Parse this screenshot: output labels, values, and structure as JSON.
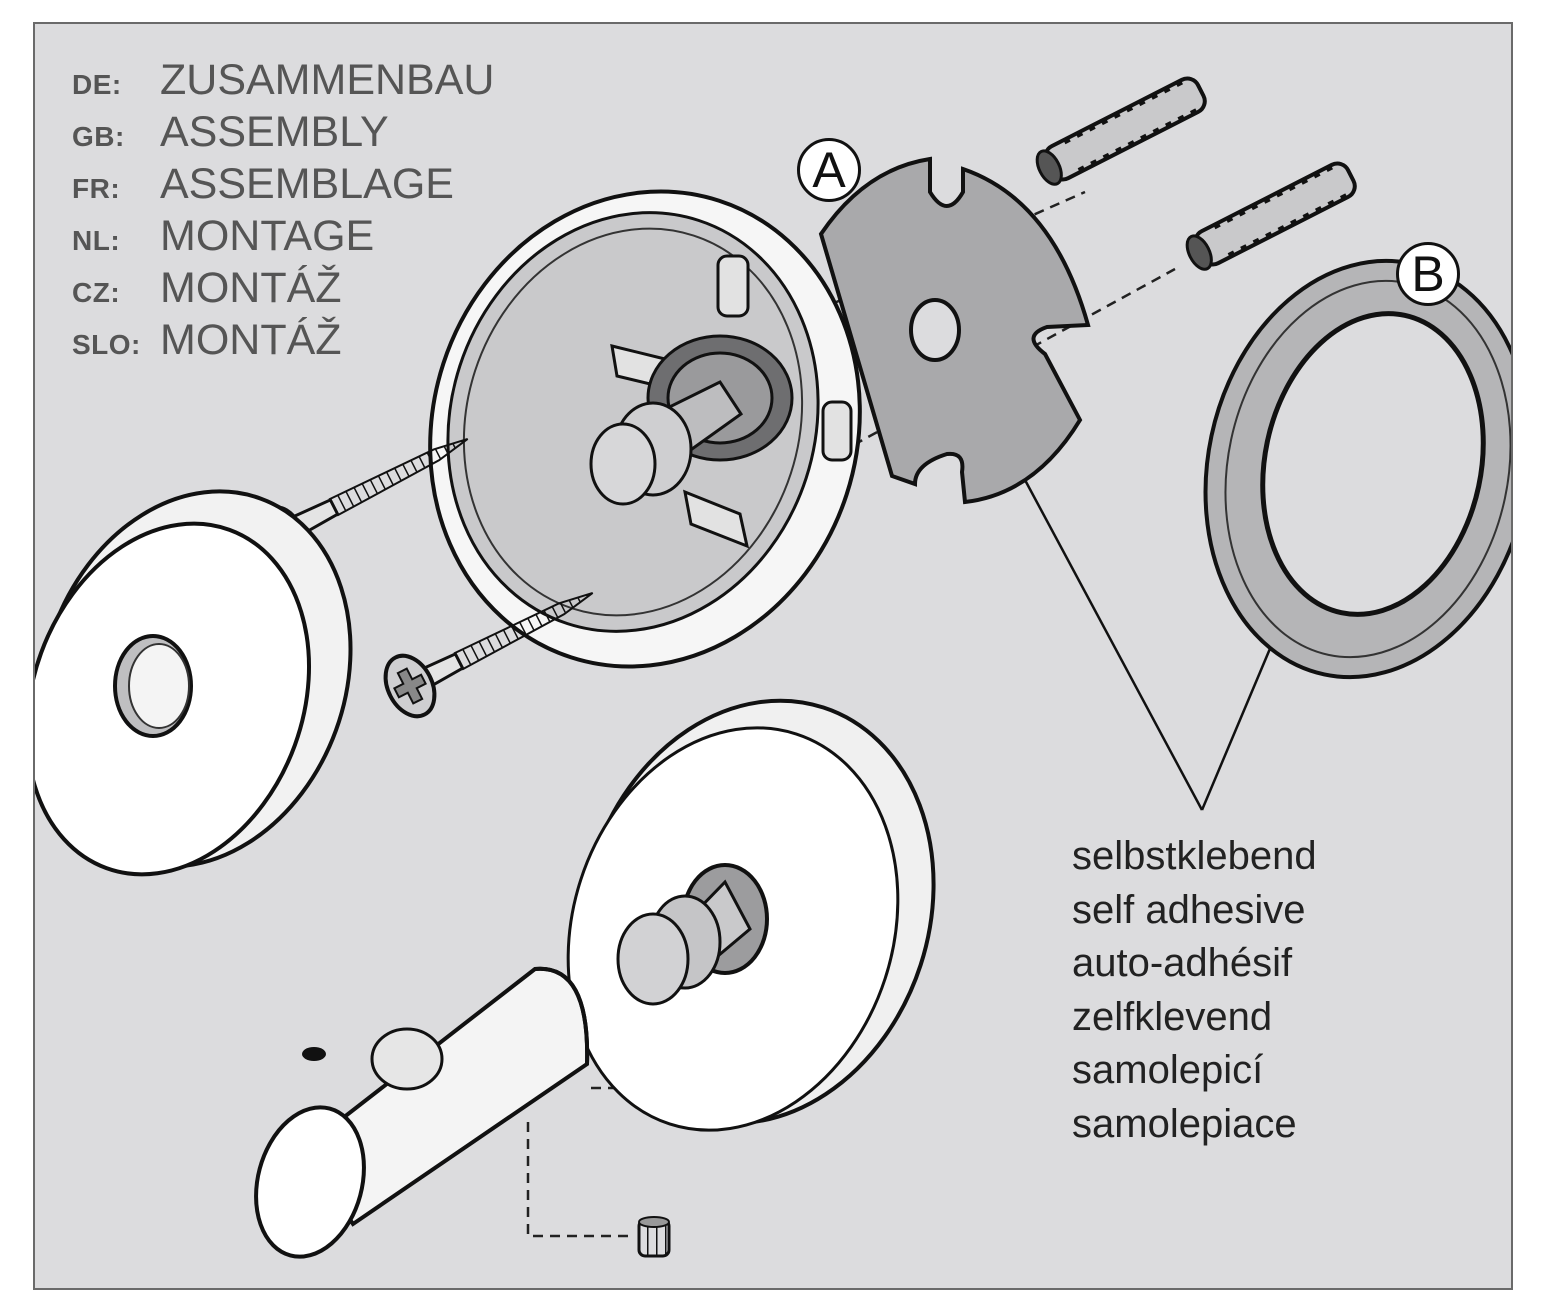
{
  "languages": [
    {
      "code": "DE:",
      "word": "ZUSAMMENBAU"
    },
    {
      "code": "GB:",
      "word": "ASSEMBLY"
    },
    {
      "code": "FR:",
      "word": "ASSEMBLAGE"
    },
    {
      "code": "NL:",
      "word": "MONTAGE"
    },
    {
      "code": "CZ:",
      "word": "MONTÁŽ"
    },
    {
      "code": "SLO:",
      "word": "MONTÁŽ"
    }
  ],
  "callouts": {
    "a": "A",
    "b": "B"
  },
  "adhesive": [
    "selbstklebend",
    "self adhesive",
    "auto-adhésif",
    "zelfklevend",
    "samolepicí",
    "samolepiace"
  ],
  "colors": {
    "panel": "#dcdcde",
    "border": "#6a6a6a",
    "label_gray": "#555555",
    "pad_gray": "#a9a9ab",
    "ring_gray": "#b5b5b7"
  }
}
